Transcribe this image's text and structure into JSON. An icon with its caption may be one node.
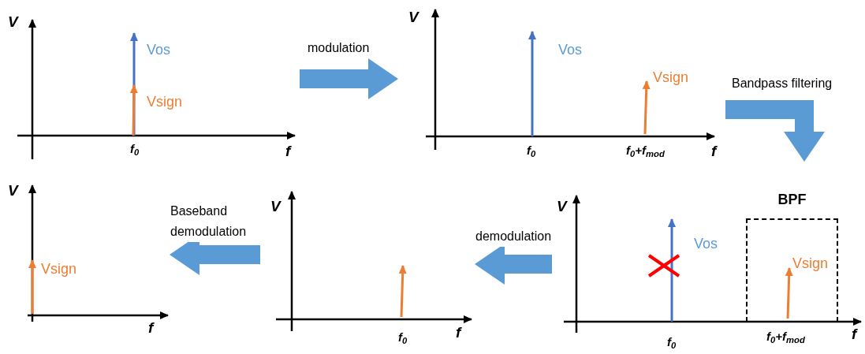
{
  "diagram": {
    "nodes": [
      {
        "text": [
          "V",
          "Vos",
          "Vsign",
          "f$_{0}$",
          "f"
        ]
      },
      {
        "text": [
          "V",
          "Vos",
          "Vsign",
          "f$_{0}$",
          "f$_{0}$+f$_{mod}$",
          "f"
        ]
      },
      {
        "text": [
          "V",
          "Vsign",
          "f"
        ]
      },
      {
        "text": [
          "V",
          "f$_{0}$",
          "f"
        ]
      },
      {
        "text": [
          "V",
          "Vos",
          "Vsign",
          "f$_{0}$",
          "f$_{0}$+f$_{mod}$",
          "f"
        ]
      },
      {
        "text": [
          "BPF"
        ],
        "in": 4
      }
    ],
    "edges": [
      {
        "from": 0,
        "to": 1,
        "arrow": "to",
        "label": "modulation"
      },
      {
        "from": 1,
        "to": 4,
        "arrow": "to",
        "label": "Bandpass filtering"
      },
      {
        "from": 4,
        "to": 3,
        "arrow": "to",
        "label": "demodulation"
      },
      {
        "from": 3,
        "to": 2,
        "arrow": "to",
        "label": "Baseband demodulation"
      }
    ]
  }
}
